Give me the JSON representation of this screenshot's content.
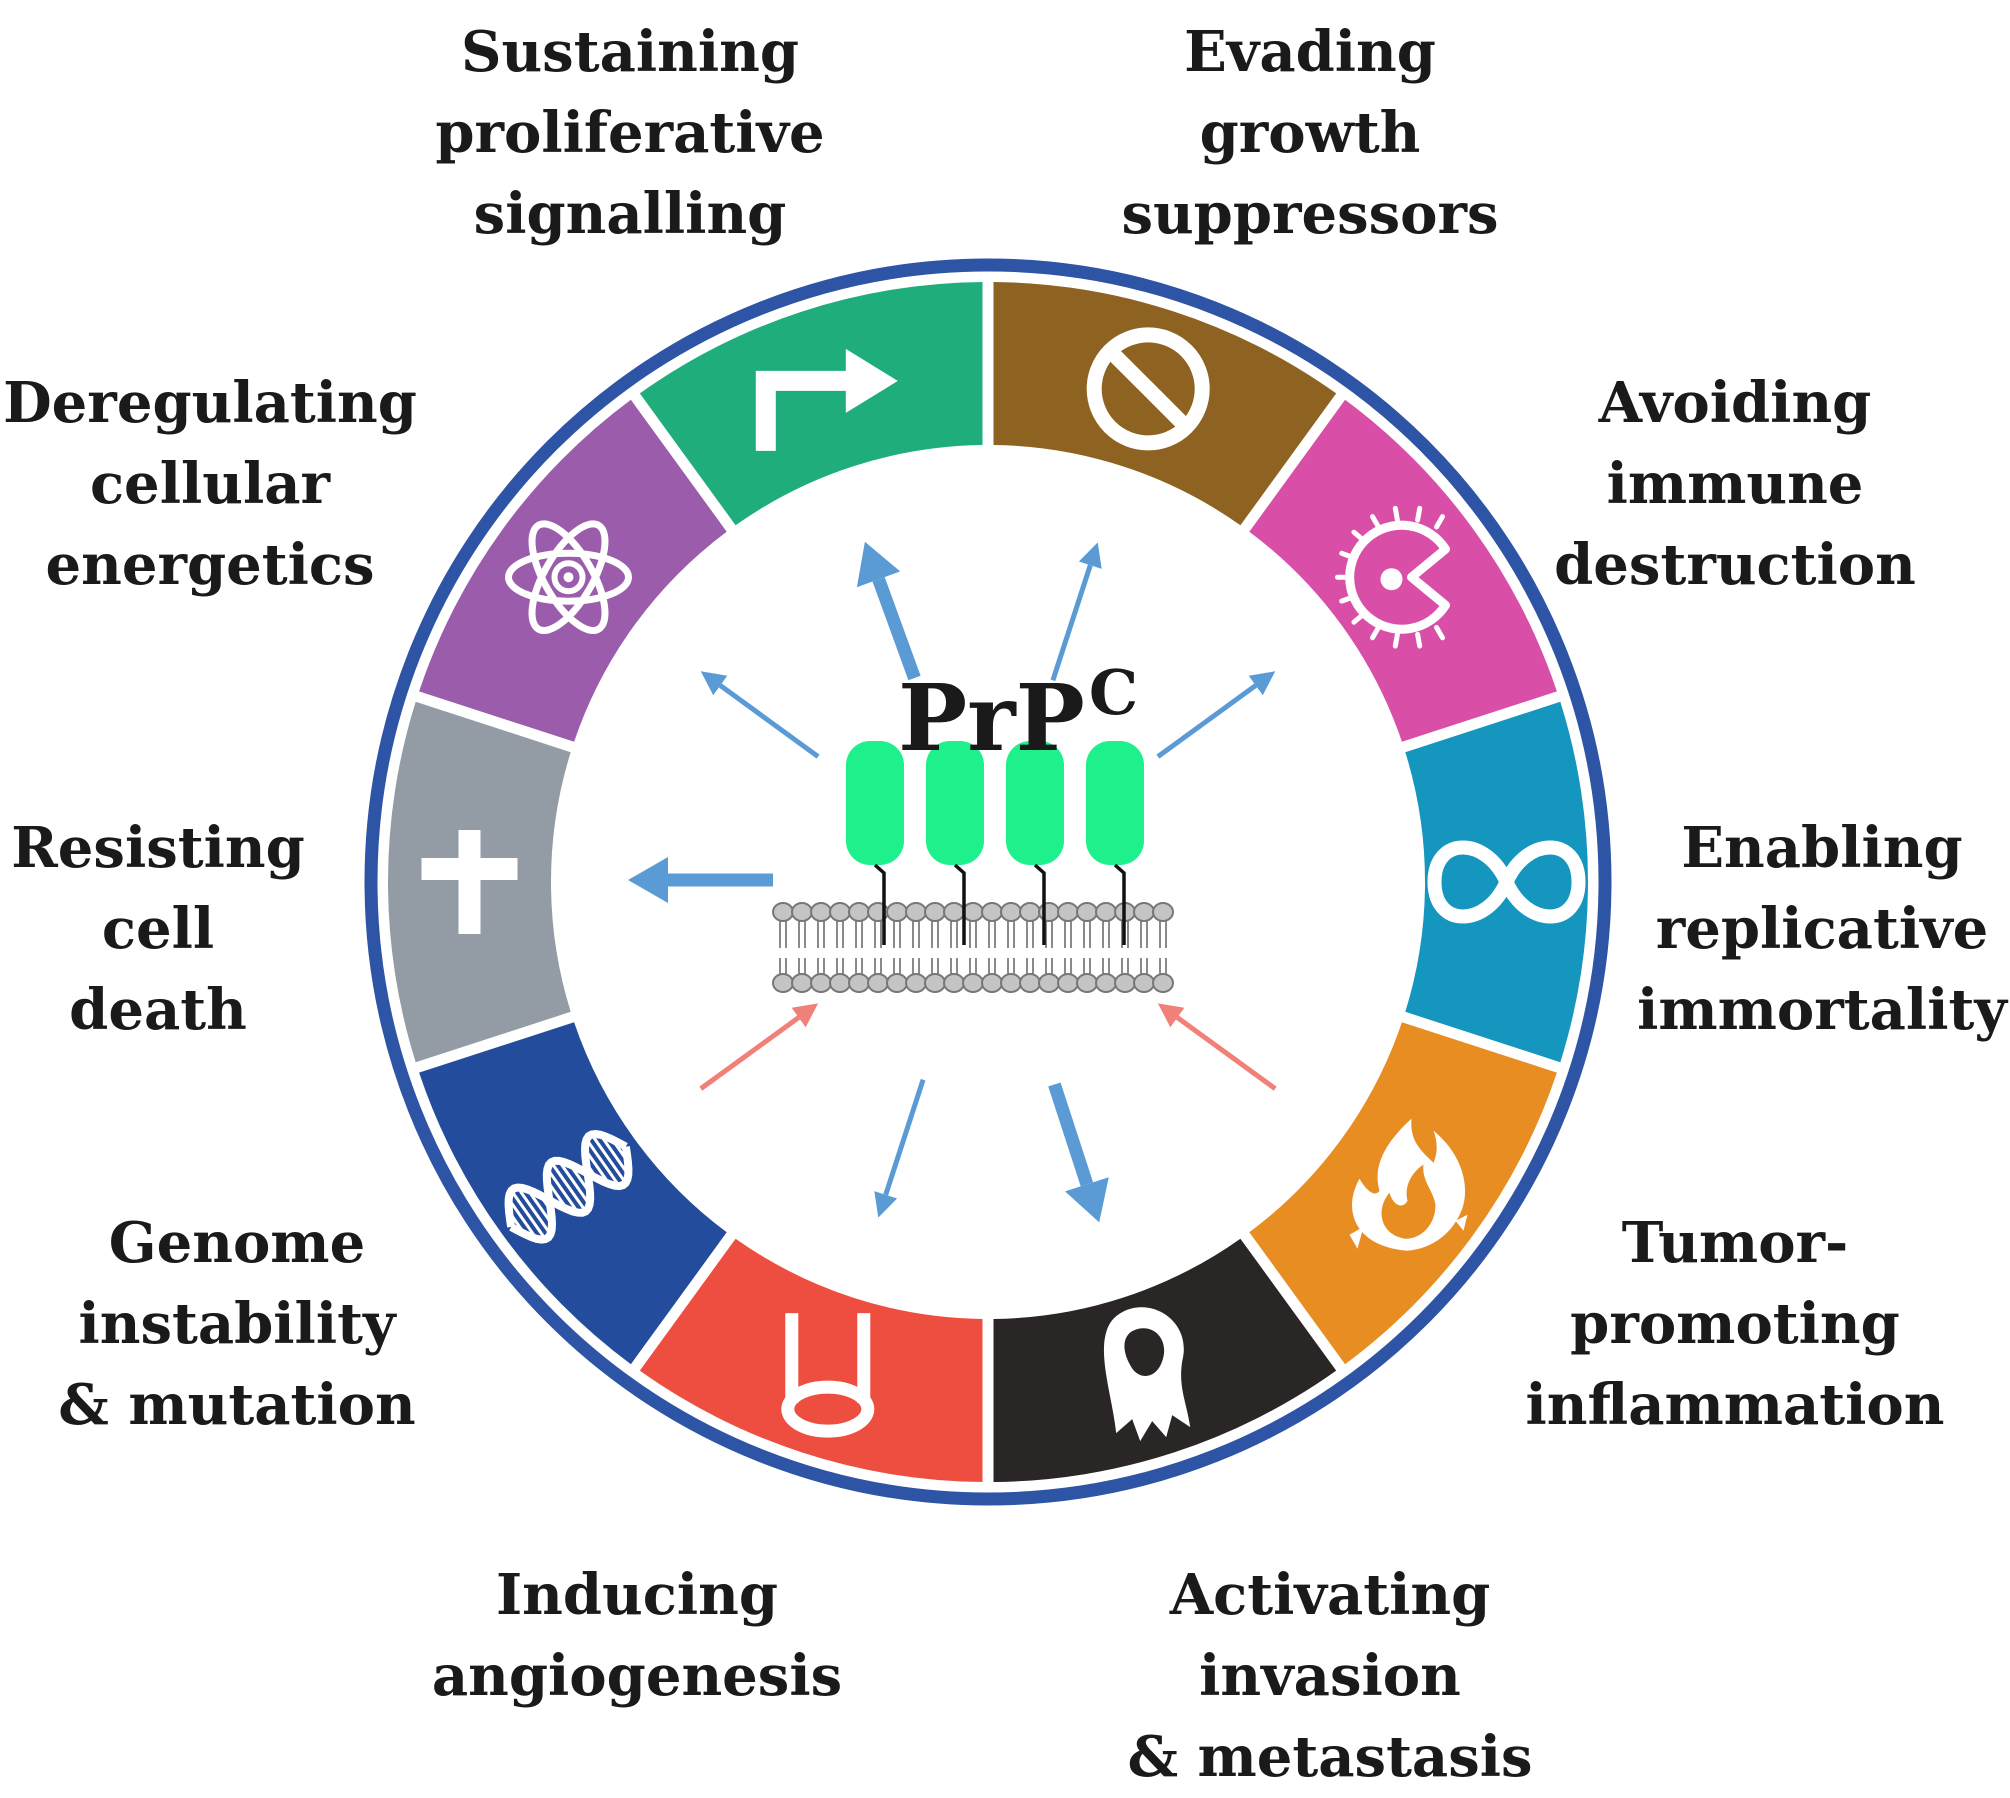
{
  "center": {
    "title": "PrP",
    "title_sup": "C"
  },
  "ring_color": "#2e55a5",
  "segments": [
    {
      "id": "proliferative",
      "label_lines": [
        "Sustaining",
        "proliferative",
        "signalling"
      ],
      "color": "#1fae7b",
      "icon": "bent-arrow-icon"
    },
    {
      "id": "growth-suppressors",
      "label_lines": [
        "Evading",
        "growth",
        "suppressors"
      ],
      "color": "#8e6322",
      "icon": "prohibition-icon"
    },
    {
      "id": "immune",
      "label_lines": [
        "Avoiding",
        "immune",
        "destruction"
      ],
      "color": "#d94fa8",
      "icon": "immune-cell-icon"
    },
    {
      "id": "immortality",
      "label_lines": [
        "Enabling",
        "replicative",
        "immortality"
      ],
      "color": "#1496be",
      "icon": "infinity-icon"
    },
    {
      "id": "inflammation",
      "label_lines": [
        "Tumor-",
        "promoting",
        "inflammation"
      ],
      "color": "#e88d22",
      "icon": "flame-icon"
    },
    {
      "id": "invasion",
      "label_lines": [
        "Activating",
        "invasion",
        "& metastasis"
      ],
      "color": "#2a2626",
      "icon": "metastatic-cell-icon"
    },
    {
      "id": "angiogenesis",
      "label_lines": [
        "Inducing",
        "angiogenesis"
      ],
      "color": "#ee4e3f",
      "icon": "blood-vessel-icon"
    },
    {
      "id": "genome",
      "label_lines": [
        "Genome",
        "instability",
        "& mutation"
      ],
      "color": "#244c9c",
      "icon": "dna-icon"
    },
    {
      "id": "cell-death",
      "label_lines": [
        "Resisting",
        "cell",
        "death"
      ],
      "color": "#939ca5",
      "icon": "cross-icon"
    },
    {
      "id": "energetics",
      "label_lines": [
        "Deregulating",
        "cellular",
        "energetics"
      ],
      "color": "#9a5cab",
      "icon": "atom-icon"
    }
  ],
  "arrows": [
    {
      "target": "proliferative",
      "direction": "outward",
      "weight": "thick",
      "color": "#5b9bd5"
    },
    {
      "target": "growth-suppressors",
      "direction": "outward",
      "weight": "thin",
      "color": "#5b9bd5"
    },
    {
      "target": "immune",
      "direction": "outward",
      "weight": "thin",
      "color": "#5b9bd5"
    },
    {
      "target": "immortality",
      "direction": "none",
      "weight": "none",
      "color": "#5b9bd5"
    },
    {
      "target": "inflammation",
      "direction": "inward",
      "weight": "thin",
      "color": "#f08078"
    },
    {
      "target": "invasion",
      "direction": "outward",
      "weight": "thick",
      "color": "#5b9bd5"
    },
    {
      "target": "angiogenesis",
      "direction": "outward",
      "weight": "thin",
      "color": "#5b9bd5"
    },
    {
      "target": "genome",
      "direction": "inward",
      "weight": "thin",
      "color": "#f08078"
    },
    {
      "target": "cell-death",
      "direction": "outward",
      "weight": "thick",
      "color": "#5b9bd5"
    },
    {
      "target": "energetics",
      "direction": "outward",
      "weight": "thin",
      "color": "#5b9bd5"
    }
  ],
  "protein_color": "#1ef08c",
  "membrane_color": "#c4c4c4"
}
